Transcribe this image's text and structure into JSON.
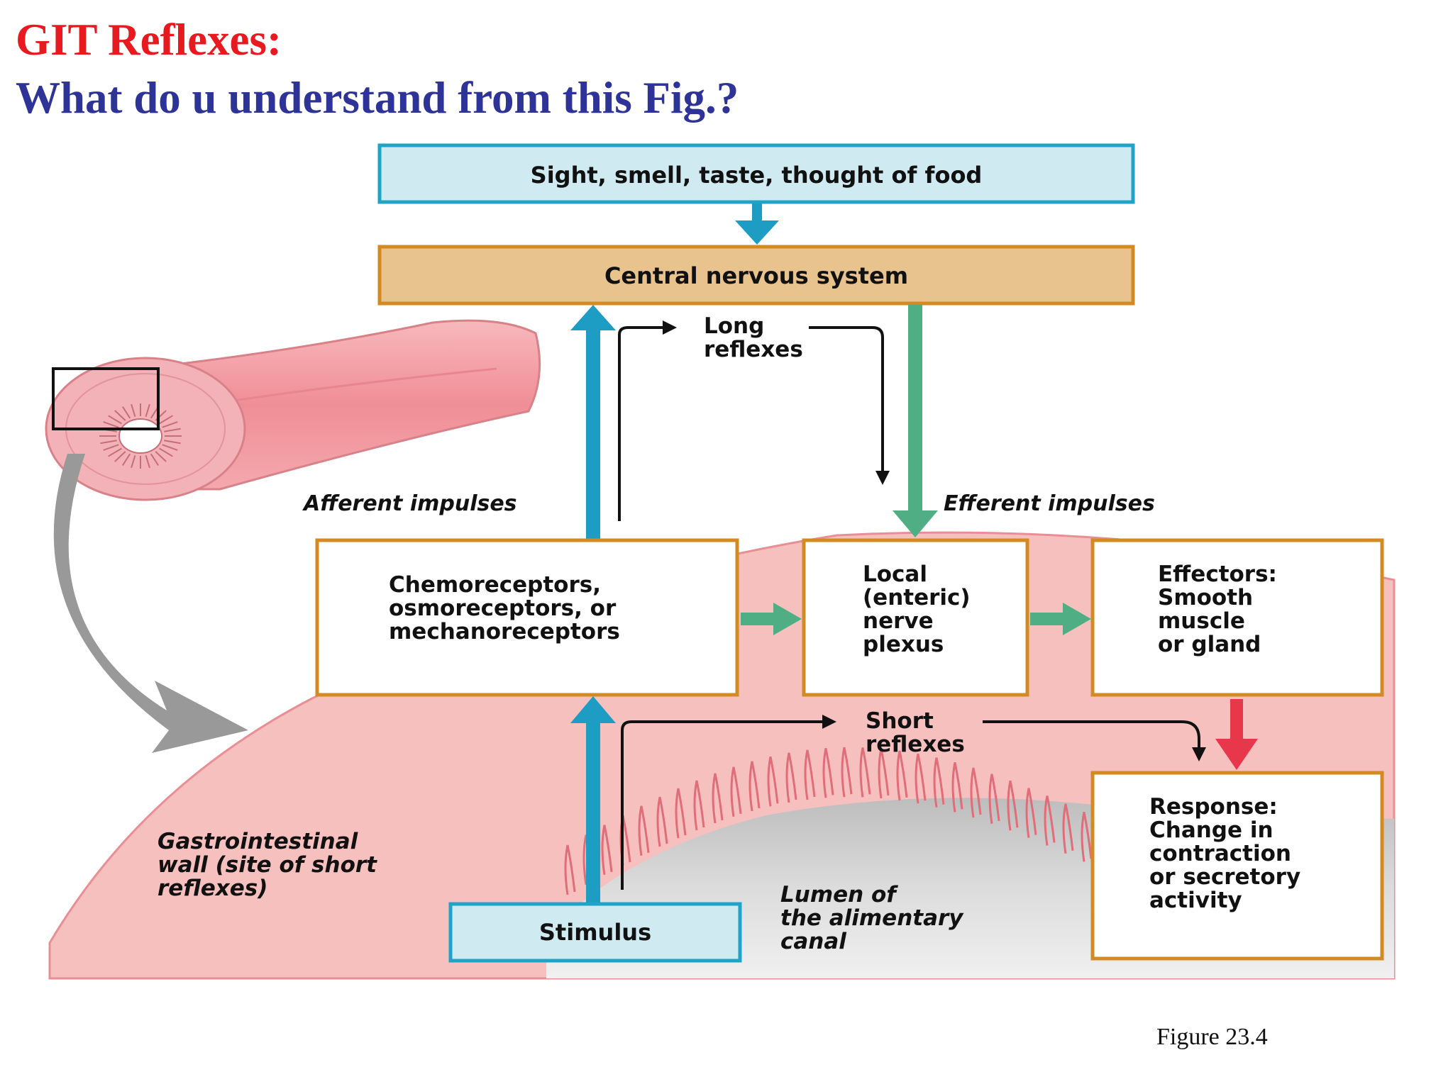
{
  "slide": {
    "title_line1": "GIT Reflexes:",
    "title_line2": "What do u understand from this Fig.?",
    "figure_caption": "Figure 23.4"
  },
  "diagram": {
    "box_trigger": [
      "Sight, smell, taste, thought of food"
    ],
    "box_cns": [
      "Central nervous system"
    ],
    "box_receptors": [
      "Chemoreceptors,",
      "osmoreceptors, or",
      "mechanoreceptors"
    ],
    "box_plexus": [
      "Local",
      "(enteric)",
      "nerve",
      "plexus"
    ],
    "box_effectors_heading": "Effectors:",
    "box_effectors_lines": [
      "Smooth",
      "muscle",
      "or gland"
    ],
    "box_response_heading": "Response:",
    "box_response_lines": [
      "Change in",
      "contraction",
      "or secretory",
      "activity"
    ],
    "box_stimulus": [
      "Stimulus"
    ],
    "label_long_reflexes": [
      "Long",
      "reflexes"
    ],
    "label_short_reflexes": [
      "Short",
      "reflexes"
    ],
    "label_afferent": [
      "Afferent impulses"
    ],
    "label_efferent": [
      "Efferent impulses"
    ],
    "label_gi_wall": [
      "Gastrointestinal",
      "wall (site of short",
      "reflexes)"
    ],
    "label_lumen": [
      "Lumen of",
      "the alimentary",
      "canal"
    ]
  },
  "colors": {
    "title_red": "#e8191f",
    "title_blue": "#2e3398",
    "box_light_blue_fill": "#cfeaf1",
    "box_blue_border": "#1fa3c6",
    "cns_fill": "#e8c38e",
    "orange_border": "#d48a23",
    "afferent_arrow_blue": "#1d9cc4",
    "efferent_arrow_green": "#4fae83",
    "response_arrow_red": "#e8364a",
    "gi_wall_pink": "#f6c0bf",
    "tube_pink": "#f0a2a8",
    "grey_arrow": "#999999"
  }
}
